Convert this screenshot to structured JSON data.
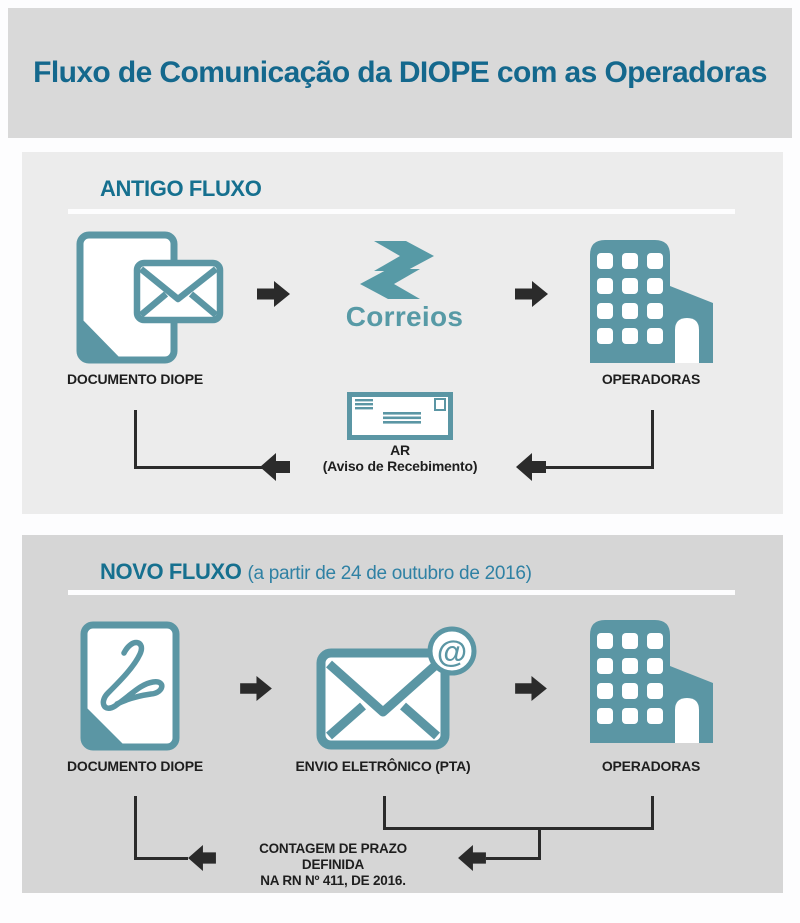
{
  "header": {
    "title": "Fluxo de Comunicação da DIOPE com as Operadoras"
  },
  "old_flow": {
    "heading": "ANTIGO FLUXO",
    "source": {
      "label": "DOCUMENTO DIOPE"
    },
    "carrier": {
      "wordmark": "Correios"
    },
    "target": {
      "label": "OPERADORAS"
    },
    "receipt": {
      "title": "AR",
      "subtitle": "(Aviso de Recebimento)"
    }
  },
  "new_flow": {
    "heading": "NOVO FLUXO",
    "subheading": "(a partir de 24 de outubro de 2016)",
    "source": {
      "label": "DOCUMENTO DIOPE"
    },
    "channel": {
      "label": "ENVIO ELETRÔNICO (PTA)",
      "at_symbol": "@"
    },
    "target": {
      "label": "OPERADORAS"
    },
    "note": {
      "line1": "CONTAGEM DE PRAZO DEFINIDA",
      "line2": "NA RN Nº 411, DE 2016."
    }
  },
  "colors": {
    "icon_teal": "#5B96A4",
    "correios_teal": "#579AA6",
    "title_blue": "#14688D",
    "heading_blue": "#16708F",
    "subheading_blue": "#2F81A4",
    "label_black": "#1E1E1E",
    "connector_dark": "#2B2B2B",
    "header_band_bg": "#D9D9D9",
    "old_panel_bg": "#ECECEC",
    "new_panel_bg": "#D6D6D6",
    "page_bg": "#FFFFFF"
  }
}
